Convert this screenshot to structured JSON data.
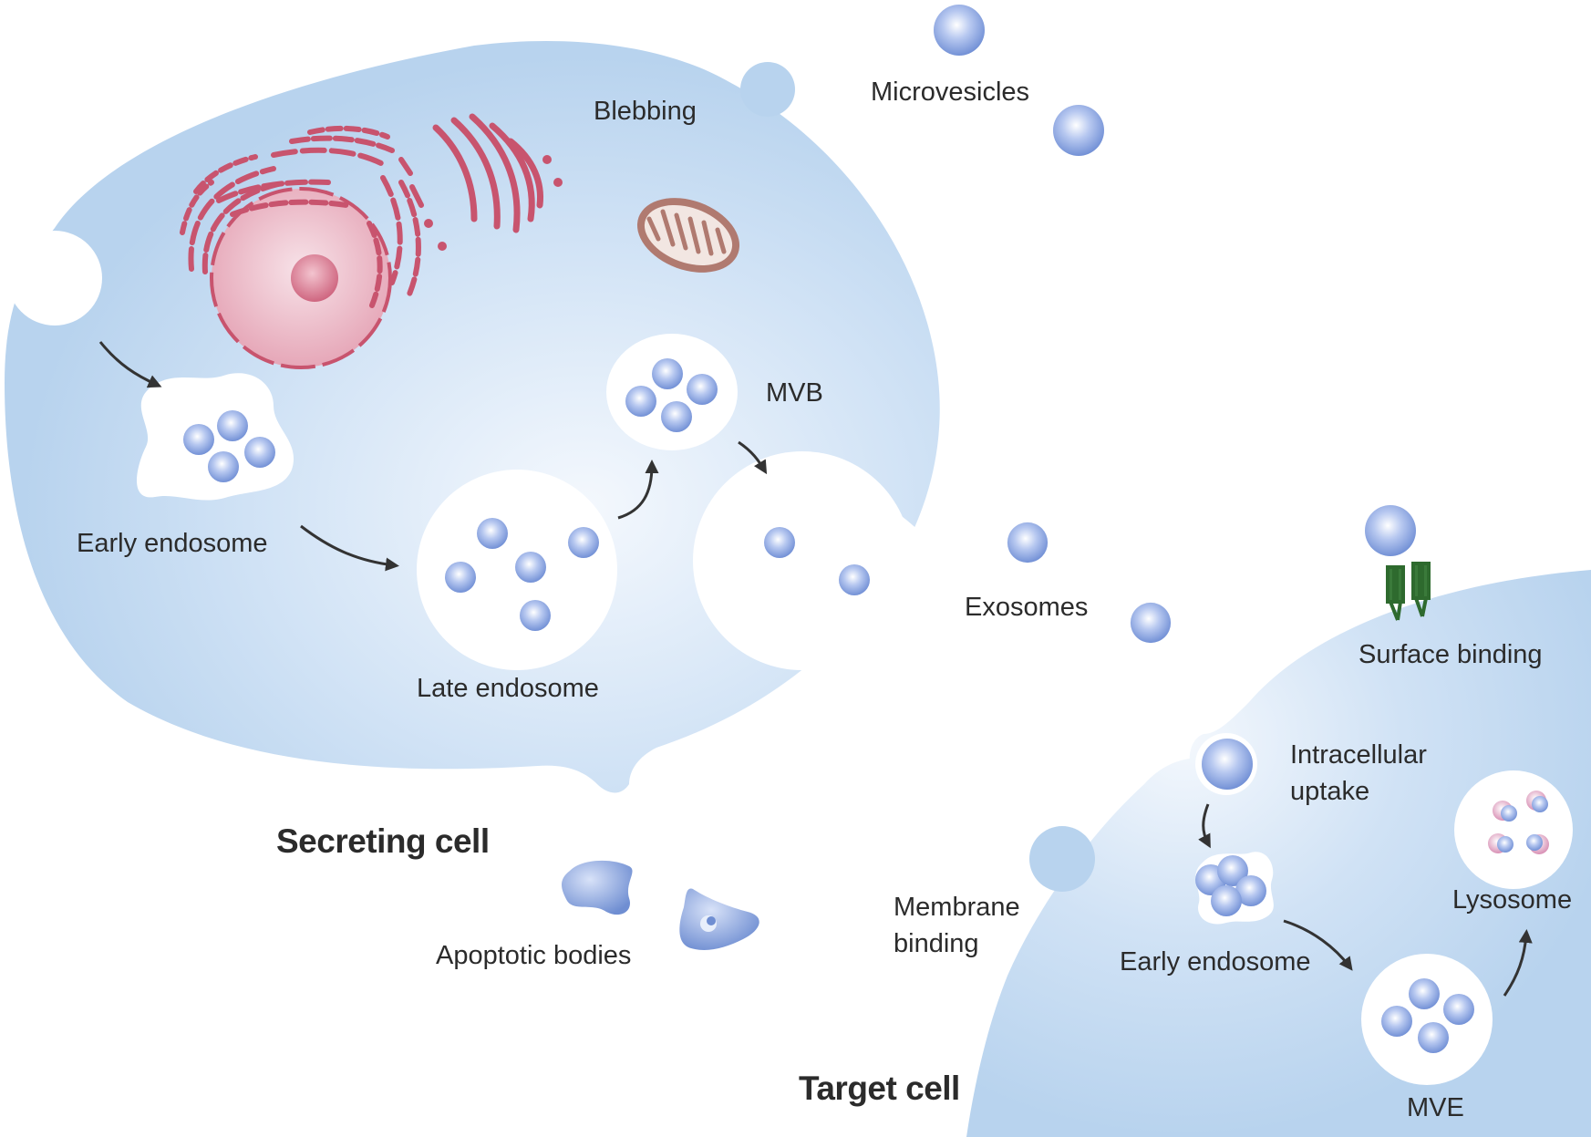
{
  "labels": {
    "blebbing": "Blebbing",
    "microvesicles": "Microvesicles",
    "early_endosome_secreting": "Early endosome",
    "mvb": "MVB",
    "late_endosome": "Late endosome",
    "exosomes": "Exosomes",
    "surface_binding": "Surface binding",
    "intracellular_uptake_line1": "Intracellular",
    "intracellular_uptake_line2": "uptake",
    "secreting_cell": "Secreting cell",
    "apoptotic_bodies": "Apoptotic bodies",
    "membrane_binding_line1": "Membrane",
    "membrane_binding_line2": "binding",
    "lysosome": "Lysosome",
    "early_endosome_target": "Early endosome",
    "target_cell": "Target cell",
    "mve": "MVE"
  },
  "colors": {
    "cell_fill": "#b8d3ee",
    "cell_center": "#f4f8fd",
    "vesicle": "#8fa9e0",
    "organelle": "#c8546e",
    "mitochondrion": "#b07a70",
    "receptor": "#2e6a2e",
    "arrow": "#333333"
  }
}
